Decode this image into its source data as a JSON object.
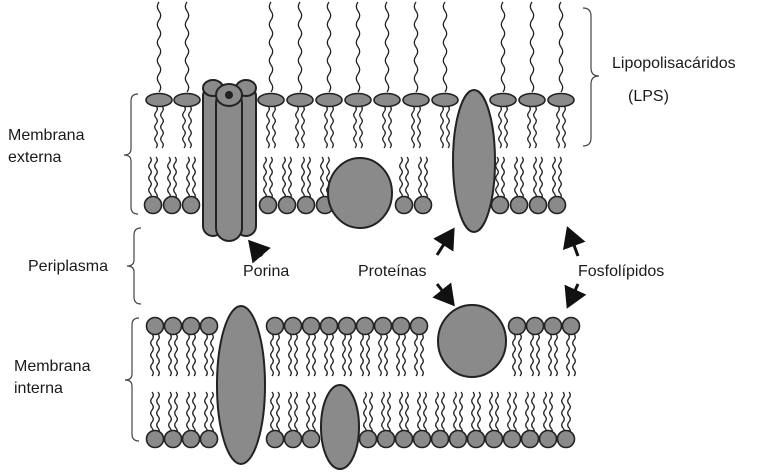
{
  "labels": {
    "lps_line1": "Lipopolisacáridos",
    "lps_line2": "(LPS)",
    "outer_line1": "Membrana",
    "outer_line2": "externa",
    "periplasm": "Periplasma",
    "porin": "Porina",
    "proteins": "Proteínas",
    "phospholipids": "Fosfolípidos",
    "inner_line1": "Membrana",
    "inner_line2": "interna"
  },
  "colors": {
    "fill": "#8a8a8a",
    "stroke": "#222222",
    "background": "#ffffff"
  }
}
